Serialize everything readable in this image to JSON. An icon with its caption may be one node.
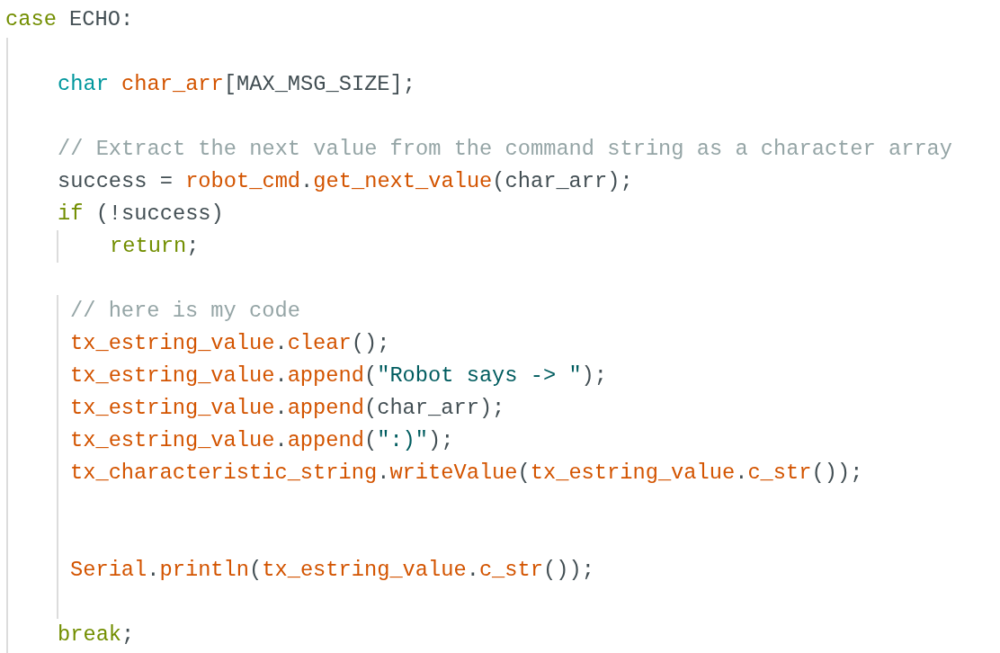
{
  "diagram": {
    "labels": [
      "case ECHO:",
      "char char_arr[MAX_MSG_SIZE];",
      "// Extract the next value from the command string as a character array",
      "success = robot_cmd.get_next_value(char_arr);",
      "if (!success)",
      "return;",
      "// here is my code",
      "tx_estring_value.clear();",
      "tx_estring_value.append(\"Robot says -> \");",
      "tx_estring_value.append(char_arr);",
      "tx_estring_value.append(\":)\");",
      "tx_characteristic_string.writeValue(tx_estring_value.c_str());",
      "Serial.println(tx_estring_value.c_str());",
      "break;"
    ]
  }
}
